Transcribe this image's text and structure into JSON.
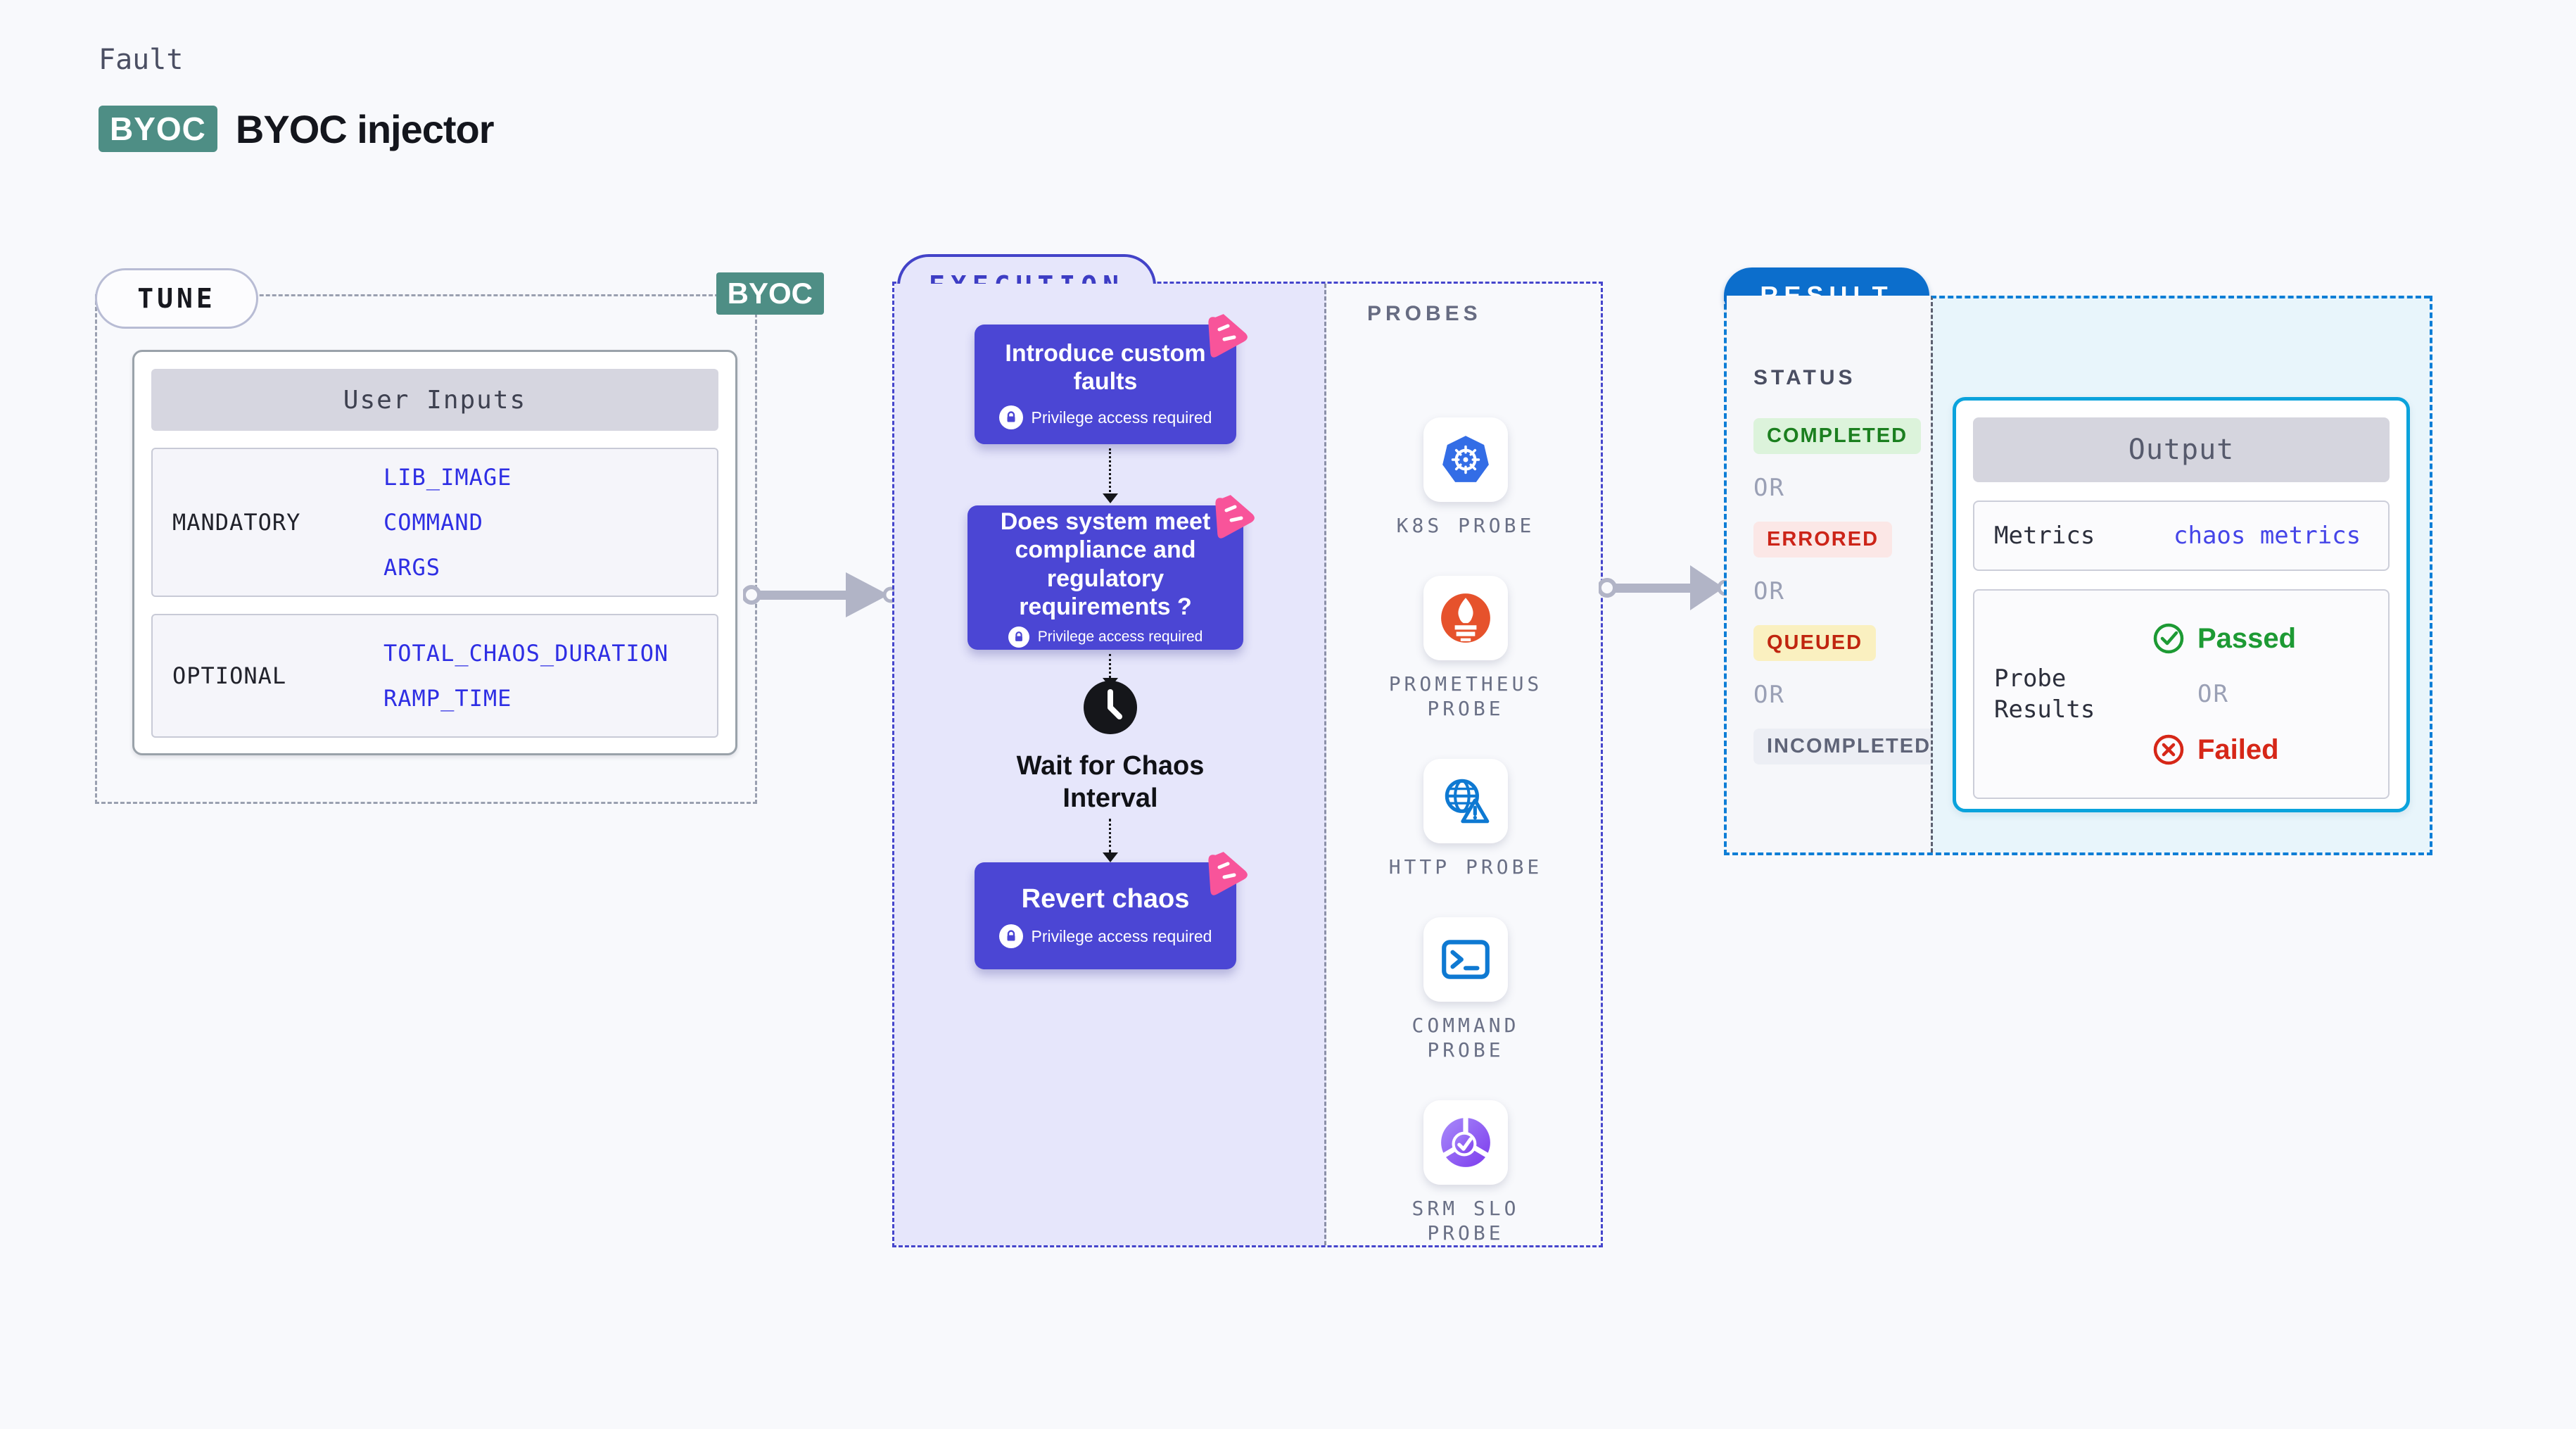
{
  "header": {
    "eyebrow": "Fault",
    "badge": "BYOC",
    "title": "BYOC injector"
  },
  "tune": {
    "pill": "TUNE",
    "corner_badge": "BYOC",
    "table": {
      "header": "User Inputs",
      "rows": [
        {
          "label": "MANDATORY",
          "values": [
            "LIB_IMAGE",
            "COMMAND",
            "ARGS"
          ]
        },
        {
          "label": "OPTIONAL",
          "values": [
            "TOTAL_CHAOS_DURATION",
            "RAMP_TIME"
          ]
        }
      ]
    }
  },
  "execution": {
    "pill": "EXECUTION",
    "steps": [
      {
        "title": "Introduce custom faults",
        "note": "Privilege access required"
      },
      {
        "title": "Does system meet compliance and regulatory requirements ?",
        "note": "Privilege access required"
      },
      {
        "title": "Revert chaos",
        "note": "Privilege access required"
      }
    ],
    "wait_label": "Wait for Chaos Interval"
  },
  "probes": {
    "heading": "PROBES",
    "items": [
      {
        "label": "K8S PROBE",
        "icon": "kubernetes-icon"
      },
      {
        "label": "PROMETHEUS PROBE",
        "icon": "prometheus-icon"
      },
      {
        "label": "HTTP PROBE",
        "icon": "http-globe-icon"
      },
      {
        "label": "COMMAND PROBE",
        "icon": "terminal-icon"
      },
      {
        "label": "SRM SLO PROBE",
        "icon": "slo-donut-icon"
      }
    ]
  },
  "result": {
    "pill": "RESULT",
    "status": {
      "heading": "STATUS",
      "separator": "OR",
      "badges": [
        "COMPLETED",
        "ERRORED",
        "QUEUED",
        "INCOMPLETED"
      ]
    },
    "output": {
      "header": "Output",
      "metrics_label": "Metrics",
      "metrics_value": "chaos metrics",
      "probe_label": "Probe Results",
      "passed": "Passed",
      "or": "OR",
      "failed": "Failed"
    }
  },
  "colors": {
    "accent_indigo": "#4b46d4",
    "accent_teal": "#4e8e85",
    "accent_pink": "#ee4f96",
    "result_blue": "#0e7ed6",
    "output_cyan": "#0ba3dc",
    "passed_green": "#1d9a34",
    "failed_red": "#d62718",
    "value_blue": "#2e2ee4"
  }
}
